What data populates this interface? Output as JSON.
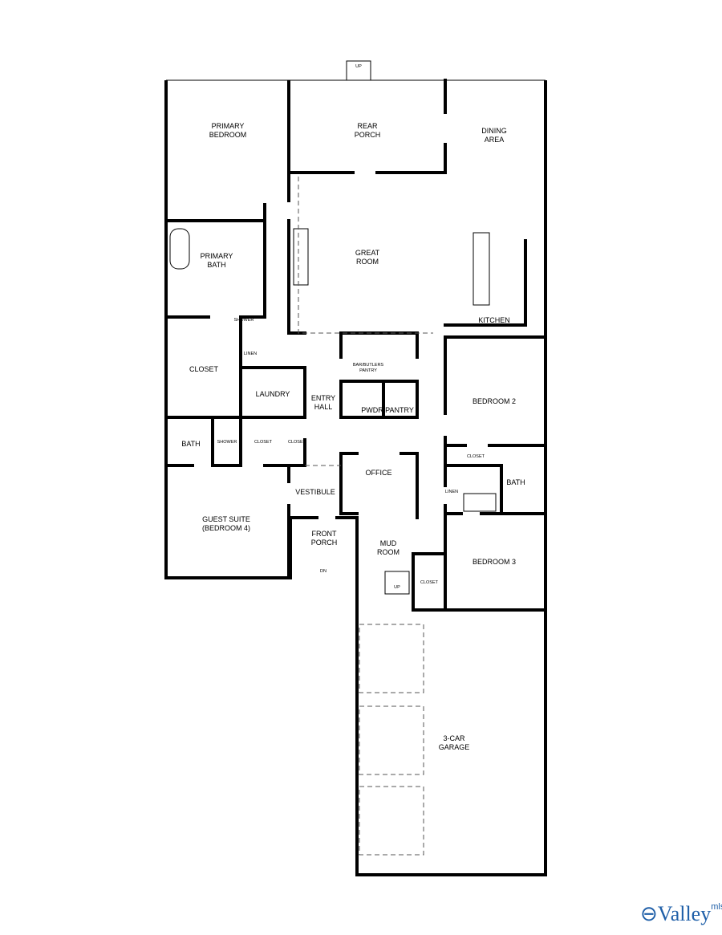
{
  "rooms": {
    "primary_bedroom": [
      "PRIMARY",
      "BEDROOM"
    ],
    "rear_porch": [
      "REAR",
      "PORCH"
    ],
    "dining_area": [
      "DINING",
      "AREA"
    ],
    "great_room": [
      "GREAT",
      "ROOM"
    ],
    "primary_bath": [
      "PRIMARY",
      "BATH"
    ],
    "kitchen": "KITCHEN",
    "shower_primary": "SHOWER",
    "linen_1": "LINEN",
    "closet_primary": "CLOSET",
    "butlers_pantry": [
      "BAR/BUTLERS",
      "PANTRY"
    ],
    "laundry": "LAUNDRY",
    "entry_hall": [
      "ENTRY",
      "HALL"
    ],
    "pwdr": "PWDR",
    "pantry": "PANTRY",
    "bedroom_2": "BEDROOM 2",
    "bath_guest": "BATH",
    "shower_guest": "SHOWER",
    "closet_a": "CLOSET",
    "closet_b": "CLOSET",
    "closet_bed2": "CLOSET",
    "bath_2": "BATH",
    "office": "OFFICE",
    "vestibule": "VESTIBULE",
    "linen_2": "LINEN",
    "guest_suite": [
      "GUEST SUITE",
      "(BEDROOM 4)"
    ],
    "front_porch": [
      "FRONT",
      "PORCH"
    ],
    "mud_room": [
      "MUD",
      "ROOM"
    ],
    "bedroom_3": "BEDROOM 3",
    "closet_bed3": "CLOSET",
    "garage": [
      "3-CAR",
      "GARAGE"
    ]
  },
  "stairs": {
    "rear_up": "UP",
    "front_dn": "DN",
    "mud_up": "UP"
  },
  "logo": {
    "name": "Valley",
    "suffix": "mls.com",
    "color": "#1f5fa8"
  }
}
